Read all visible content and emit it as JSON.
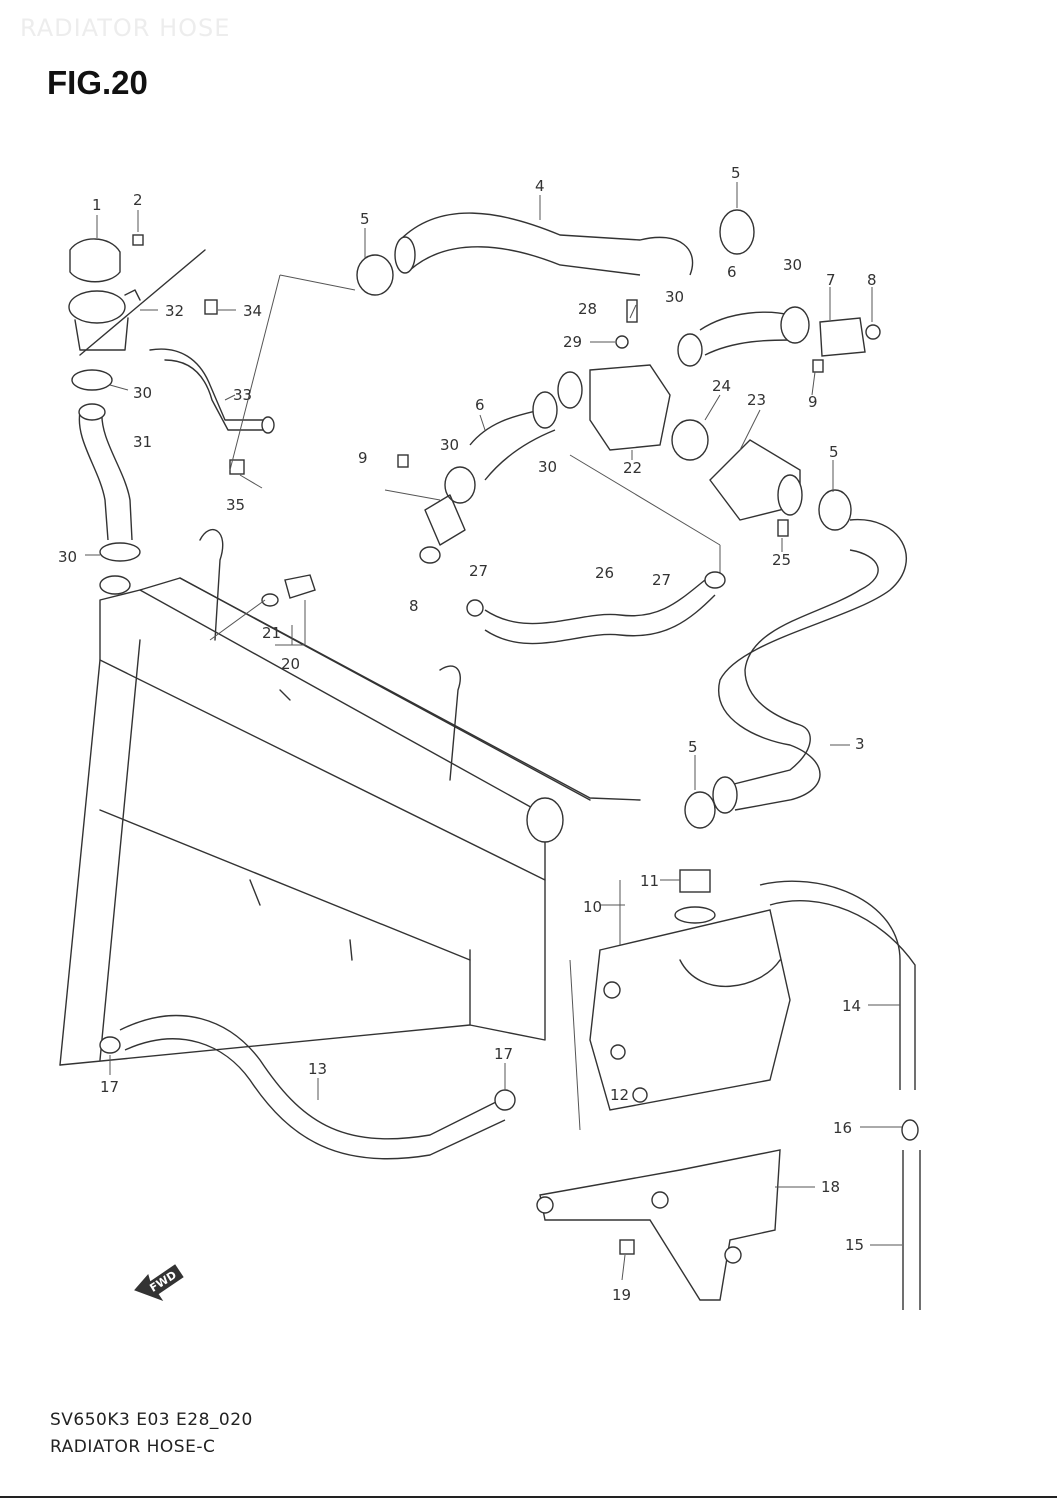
{
  "watermark": "RADIATOR HOSE",
  "figure_title": "FIG.20",
  "footer": {
    "code": "SV650K3 E03 E28_020",
    "name": "RADIATOR HOSE-C"
  },
  "fwd_label": "FWD",
  "callouts": [
    {
      "id": "c1",
      "label": "1"
    },
    {
      "id": "c2",
      "label": "2"
    },
    {
      "id": "c32",
      "label": "32"
    },
    {
      "id": "c34",
      "label": "34"
    },
    {
      "id": "c30a",
      "label": "30"
    },
    {
      "id": "c33",
      "label": "33"
    },
    {
      "id": "c31",
      "label": "31"
    },
    {
      "id": "c35",
      "label": "35"
    },
    {
      "id": "c30b",
      "label": "30"
    },
    {
      "id": "c5a",
      "label": "5"
    },
    {
      "id": "c4",
      "label": "4"
    },
    {
      "id": "c5b",
      "label": "5"
    },
    {
      "id": "c6a",
      "label": "6"
    },
    {
      "id": "c30c",
      "label": "30"
    },
    {
      "id": "c30d",
      "label": "30"
    },
    {
      "id": "c7",
      "label": "7"
    },
    {
      "id": "c8a",
      "label": "8"
    },
    {
      "id": "c28",
      "label": "28"
    },
    {
      "id": "c29",
      "label": "29"
    },
    {
      "id": "c24",
      "label": "24"
    },
    {
      "id": "c23",
      "label": "23"
    },
    {
      "id": "c9a",
      "label": "9"
    },
    {
      "id": "c6b",
      "label": "6"
    },
    {
      "id": "c30e",
      "label": "30"
    },
    {
      "id": "c9b",
      "label": "9"
    },
    {
      "id": "c30f",
      "label": "30"
    },
    {
      "id": "c22",
      "label": "22"
    },
    {
      "id": "c5c",
      "label": "5"
    },
    {
      "id": "c25",
      "label": "25"
    },
    {
      "id": "c27a",
      "label": "27"
    },
    {
      "id": "c26",
      "label": "26"
    },
    {
      "id": "c27b",
      "label": "27"
    },
    {
      "id": "c8b",
      "label": "8"
    },
    {
      "id": "c21",
      "label": "21"
    },
    {
      "id": "c20",
      "label": "20"
    },
    {
      "id": "c5d",
      "label": "5"
    },
    {
      "id": "c3",
      "label": "3"
    },
    {
      "id": "c11",
      "label": "11"
    },
    {
      "id": "c10",
      "label": "10"
    },
    {
      "id": "c14",
      "label": "14"
    },
    {
      "id": "c17a",
      "label": "17"
    },
    {
      "id": "c17b",
      "label": "17"
    },
    {
      "id": "c13",
      "label": "13"
    },
    {
      "id": "c12",
      "label": "12"
    },
    {
      "id": "c16",
      "label": "16"
    },
    {
      "id": "c18",
      "label": "18"
    },
    {
      "id": "c15",
      "label": "15"
    },
    {
      "id": "c19",
      "label": "19"
    }
  ]
}
